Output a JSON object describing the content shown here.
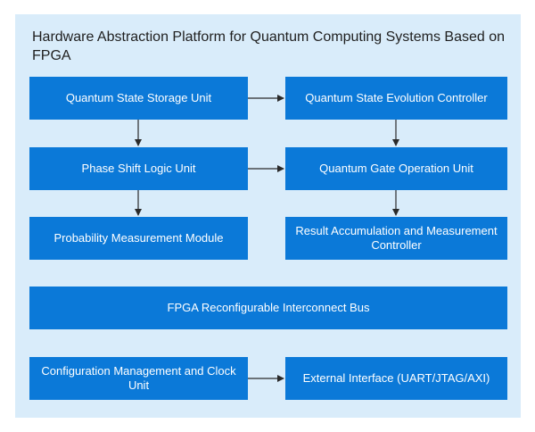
{
  "title": "Hardware Abstraction Platform for Quantum Computing Systems Based on FPGA",
  "colors": {
    "panel_bg": "#d9ecfa",
    "box_bg": "#0b79d8",
    "box_text": "#ffffff",
    "arrow": "#2a2a2a"
  },
  "nodes": {
    "storage": "Quantum State Storage Unit",
    "evolution": "Quantum State Evolution Controller",
    "phase_shift": "Phase Shift Logic Unit",
    "gate_op": "Quantum Gate Operation Unit",
    "probability": "Probability Measurement Module",
    "result_acc": "Result Accumulation and Measurement Controller",
    "bus": "FPGA Reconfigurable Interconnect Bus",
    "config_clock": "Configuration Management and Clock Unit",
    "external": "External Interface (UART/JTAG/AXI)"
  },
  "edges": [
    {
      "from": "storage",
      "to": "evolution"
    },
    {
      "from": "storage",
      "to": "phase_shift"
    },
    {
      "from": "evolution",
      "to": "gate_op"
    },
    {
      "from": "phase_shift",
      "to": "gate_op"
    },
    {
      "from": "phase_shift",
      "to": "probability"
    },
    {
      "from": "gate_op",
      "to": "result_acc"
    },
    {
      "from": "config_clock",
      "to": "external"
    }
  ]
}
